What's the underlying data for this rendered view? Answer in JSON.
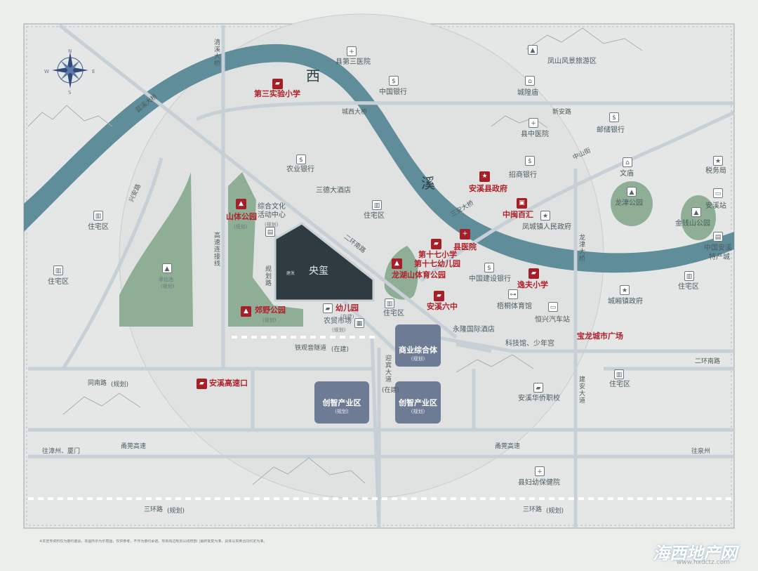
{
  "colors": {
    "river": "#5f8d99",
    "park": "#8fae96",
    "zone": "#6d7b95",
    "project": "#2f3b41",
    "red": "#a51f28",
    "road": "#c7d0d6"
  },
  "river_labels": {
    "xi": "西",
    "xi2": "溪"
  },
  "roads": {
    "qingxi_bridge": "清溪大桥",
    "laoxi_bridge": "蓝溪大桥",
    "chengxi_bridge": "城西大桥",
    "sanan_bridge": "三安大桥",
    "longjin_bridge": "龙津大桥",
    "xinggan": "兴安路",
    "gaosu": "高速连接线",
    "guihua": "规划路",
    "erhuan": "二环南路",
    "erhuan_e": "二环南路",
    "xinxiang": "新安路",
    "zhongshan": "中山街",
    "jianan": "建安大道",
    "yingbin": "迎宾大道",
    "yingbin_sub": "(在建)",
    "tieguan": "铁观音隧道",
    "tieguan_sub": "(在建)",
    "tongnan": "同南路",
    "tongnan_sub": "(规划)",
    "yongwu1": "甬莞高速",
    "yongwu2": "甬莞高速",
    "sanhuan1": "三环路",
    "sanhuan1_sub": "(规划)",
    "sanhuan2": "三环路",
    "sanhuan2_sub": "(规划)",
    "to_zhangzhou": "往漳州、厦门",
    "to_quanzhou": "往泉州"
  },
  "places": {
    "county_hospital3": "县第三医院",
    "fengshan": "凤山风景旅游区",
    "bank_china": "中国银行",
    "chenghuang": "城隍庙",
    "third_school": "第三实验小学",
    "postal": "邮储银行",
    "county_hospital": "县中医院",
    "agri_bank": "农业银行",
    "sande": "三德大酒店",
    "cmb": "招商银行",
    "wenmiao": "文庙",
    "tax": "税务局",
    "gov": "安溪县政府",
    "residential1": "住宅区",
    "longjin_park": "龙津公园",
    "anxi_station": "安溪站",
    "zhongmin": "中闽百汇",
    "fengcheng": "凤城镇人民政府",
    "jinshan": "金钱山公园",
    "county_hosp": "县医院",
    "no17": "第十七小学",
    "no17k": "第十七幼儿园",
    "longhu": "龙湖山体育公园",
    "ccb": "中国建设银行",
    "yifu": "逸夫小学",
    "anxi_special": "中国安溪",
    "anxi_special2": "特产城",
    "residential2": "住宅区",
    "residential3": "住宅区",
    "chenghu_gov": "城厢镇政府",
    "anxi6": "安溪六中",
    "meiling": "梧桐体育馆",
    "kindergarten": "幼儿园",
    "kindergarten_sub": "(在建)",
    "farmers_market": "农贸市场",
    "farmers_sub": "(规划)",
    "residential4": "住宅区",
    "hengxing": "恒兴汽车站",
    "yonglong": "永隆国际酒店",
    "kejiguan": "科技馆、少年宫",
    "baolong": "宝龙城市广场",
    "mountain_park": "山体公园",
    "mountain_sub": "(规划)",
    "culture": "综合文化",
    "culture2": "活动中心",
    "culture_sub": "(规划)",
    "suburb_park": "郊野公园",
    "suburb_sub": "(规划)",
    "chengxian": "承仙池",
    "chengxian_sub": "(规划)",
    "residential5": "住宅区",
    "residential6": "住宅区",
    "residential7": "住宅区",
    "residential8": "住宅区",
    "anxi_exit": "安溪高速口",
    "anxi_hq": "安溪华侨职校",
    "maternity": "县妇幼保健院"
  },
  "zones": {
    "commerce": "商业综合体",
    "commerce_sub": "(规划)",
    "ind1": "创智产业区",
    "ind1_sub": "(规划)",
    "ind2": "创智产业区",
    "ind2_sub": "(规划)"
  },
  "project": {
    "name": "央玺",
    "brand": "建发"
  },
  "compass": {
    "n": "N",
    "w": "W",
    "e": "E",
    "s": "S"
  },
  "disclaimer": "※本宣传资料仅为要约邀请，本图所示为示意图，仅供参考，不作为要约承诺。项目周边规划以政府部门最终批复为准，具体以买卖合同约定为准。",
  "watermark": "海西地产网",
  "watermark_url": "www.hxdctz.com"
}
